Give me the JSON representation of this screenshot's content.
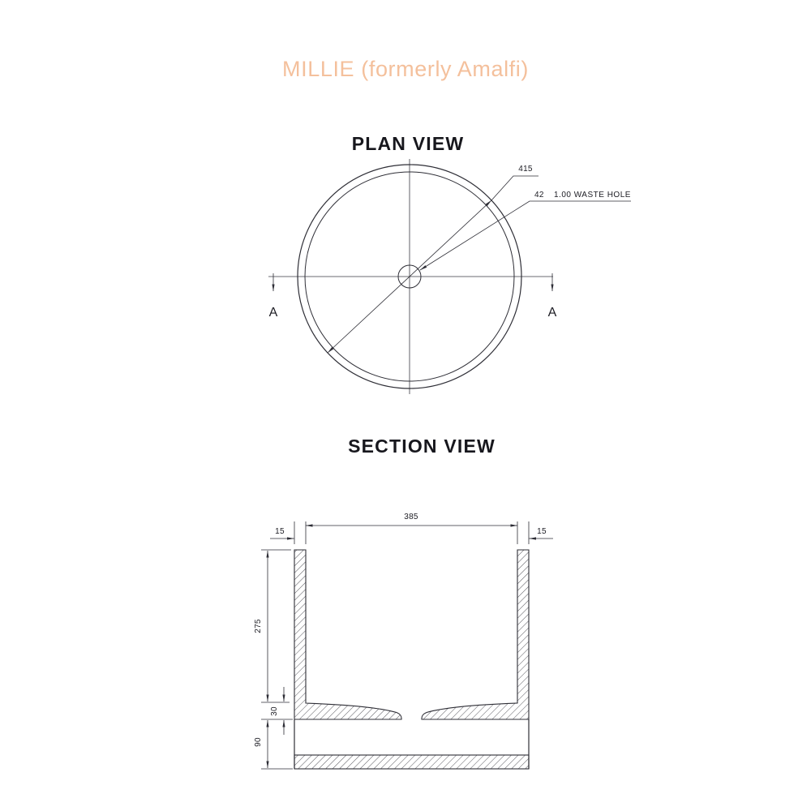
{
  "title": {
    "text": "MILLIE (formerly Amalfi)"
  },
  "plan_view": {
    "heading": "PLAN VIEW",
    "outer_diameter_label": "415",
    "waste_hole_number": "42",
    "waste_hole_label": "1.00 WASTE HOLE",
    "section_marker_left": "A",
    "section_marker_right": "A"
  },
  "section_view": {
    "heading": "SECTION VIEW",
    "inner_width_label": "385",
    "wall_thickness_left_label": "15",
    "wall_thickness_right_label": "15",
    "inner_depth_label": "275",
    "floor_thickness_label": "30",
    "base_height_label": "90"
  },
  "colors": {
    "title_accent": "#F4C09C",
    "drawing_line": "#2E2E36",
    "heading_text": "#17171D"
  }
}
